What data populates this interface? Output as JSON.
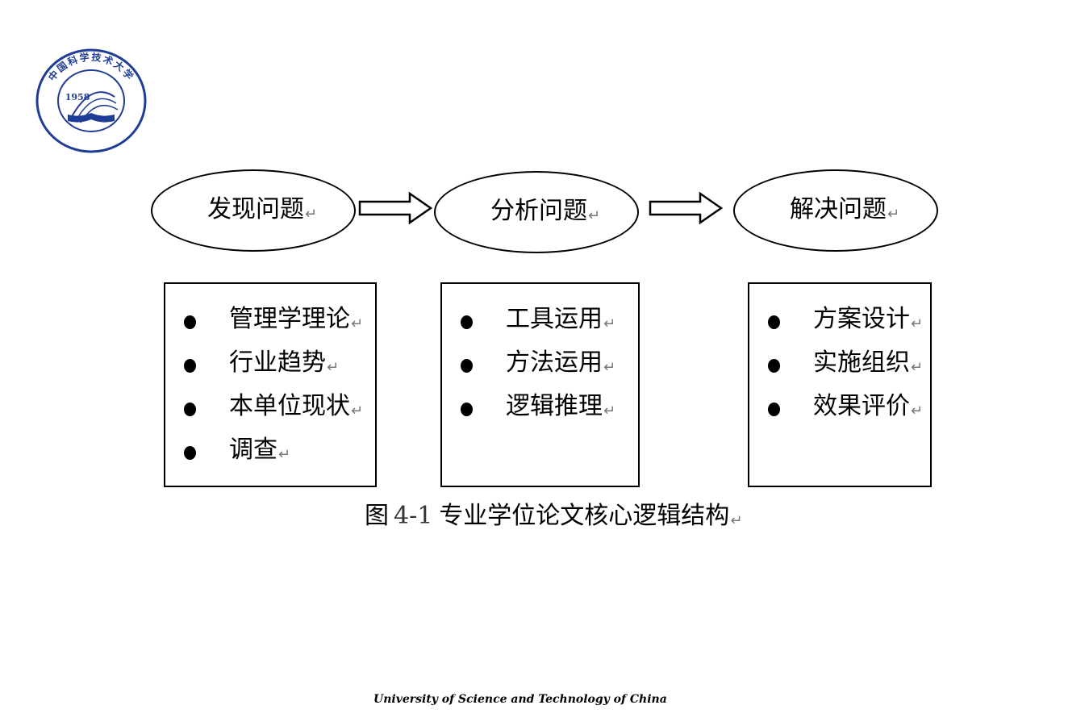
{
  "logo": {
    "year": "1958",
    "chinese_name": "中国科学技术大学",
    "english_name": "University of Science and Technology of China",
    "color": "#1f3c96"
  },
  "stages": [
    {
      "label": "发现问题",
      "items": [
        "管理学理论",
        "行业趋势",
        "本单位现状",
        "调查"
      ]
    },
    {
      "label": "分析问题",
      "items": [
        "工具运用",
        "方法运用",
        "逻辑推理"
      ]
    },
    {
      "label": "解决问题",
      "items": [
        "方案设计",
        "实施组织",
        "效果评价"
      ]
    }
  ],
  "return_mark": "↵",
  "caption": {
    "prefix": "图",
    "number": "4-1",
    "text": "专业学位论文核心逻辑结构"
  },
  "footer": "University of Science and Technology of China"
}
